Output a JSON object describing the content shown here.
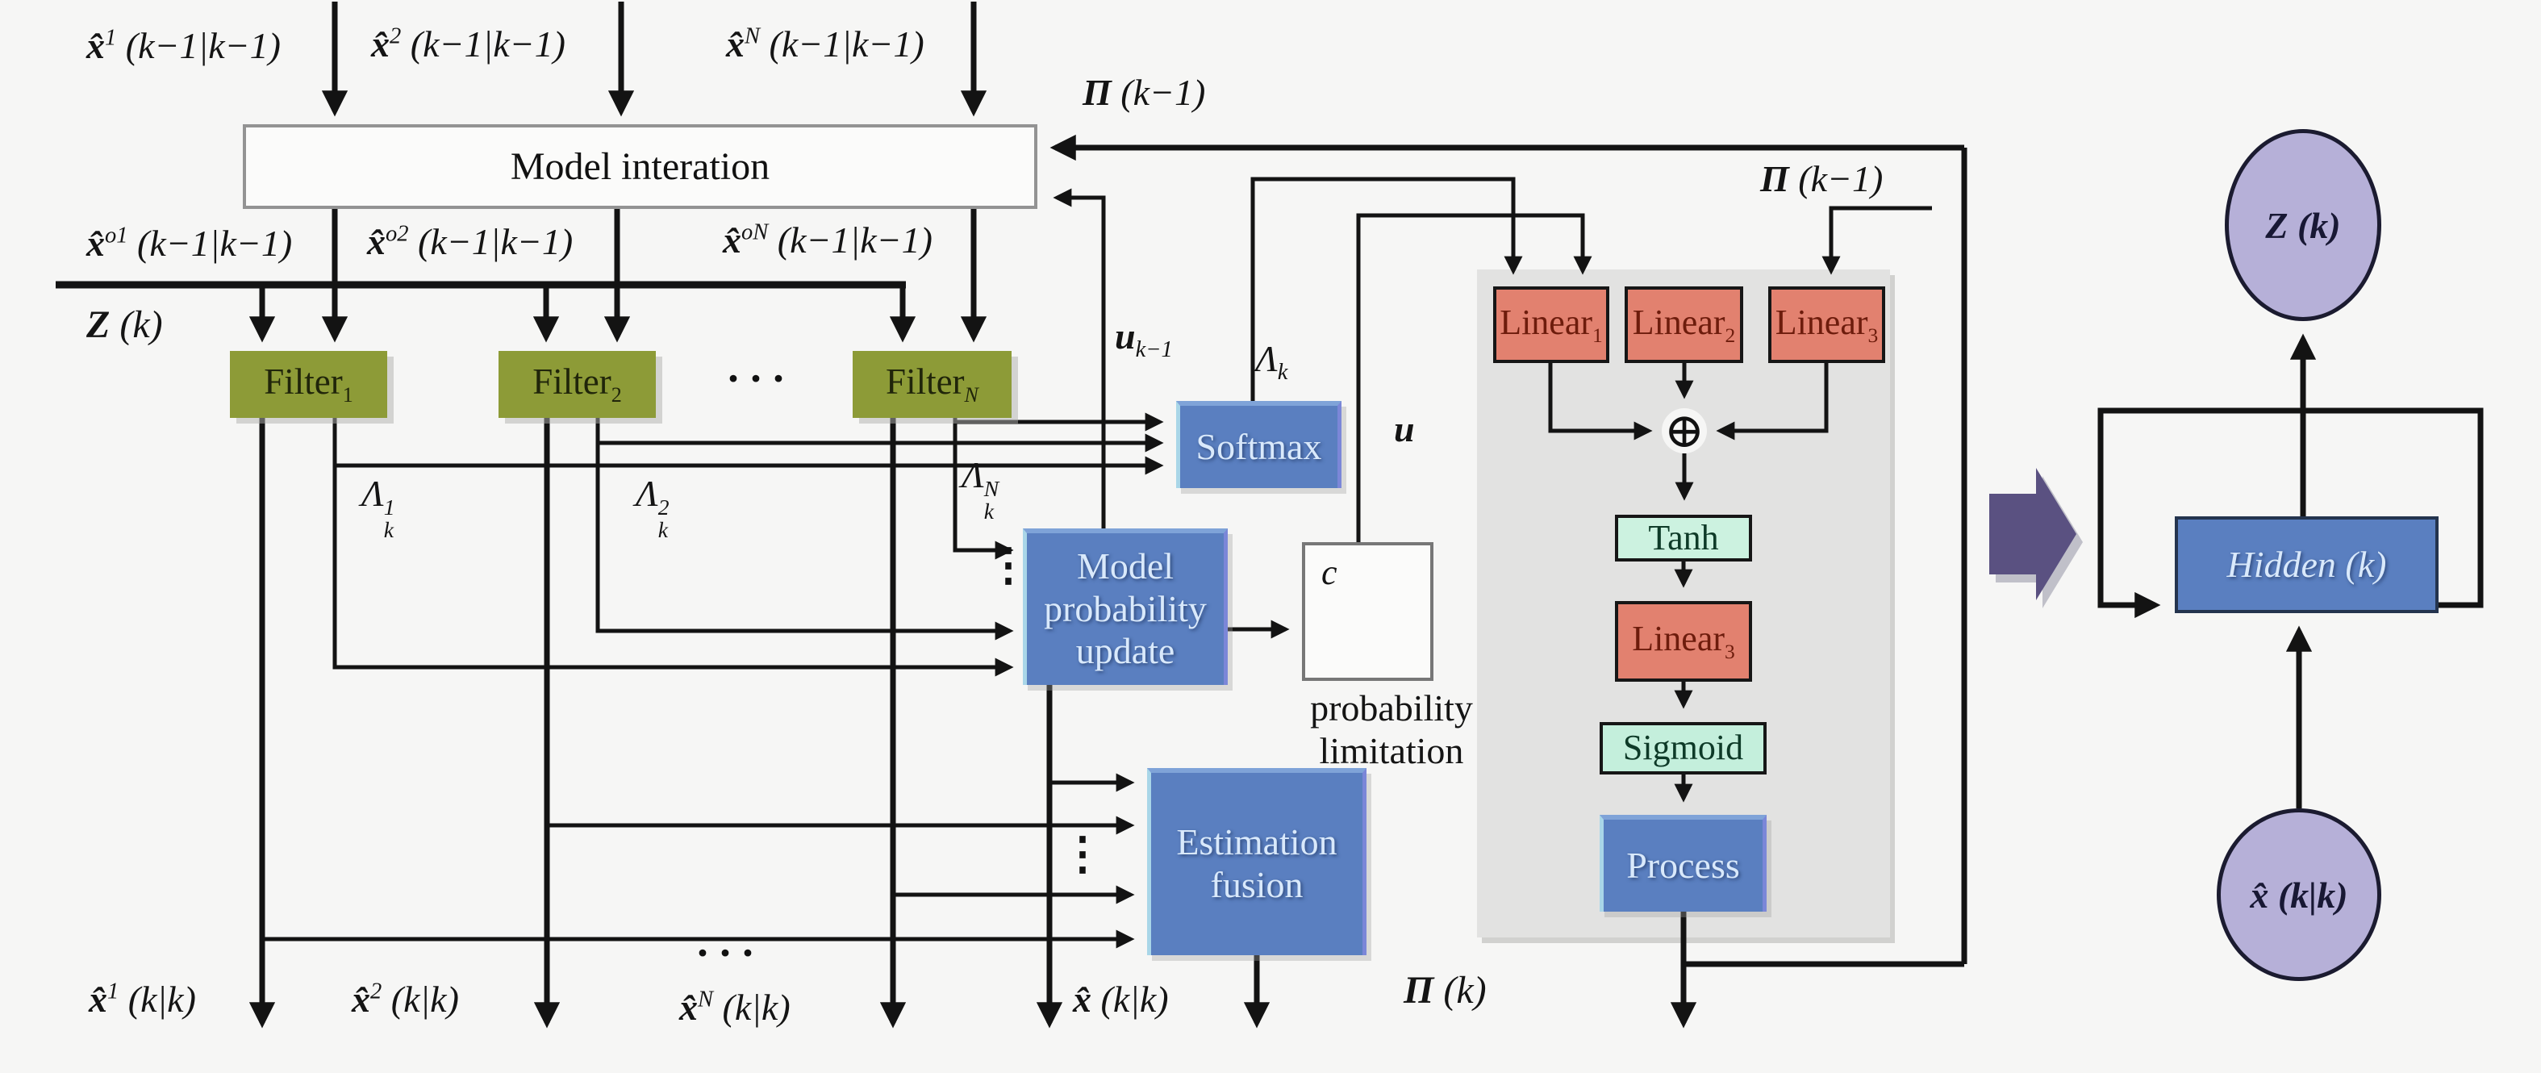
{
  "labels": {
    "top": [
      {
        "base": "x̂",
        "sup": "1",
        "rest": " (k−1|k−1)"
      },
      {
        "base": "x̂",
        "sup": "2",
        "rest": " (k−1|k−1)"
      },
      {
        "base": "x̂",
        "sup": "N",
        "rest": " (k−1|k−1)"
      }
    ],
    "mid": [
      {
        "base": "x̂",
        "sup": "o1",
        "rest": " (k−1|k−1)"
      },
      {
        "base": "x̂",
        "sup": "o2",
        "rest": " (k−1|k−1)"
      },
      {
        "base": "x̂",
        "sup": "oN",
        "rest": " (k−1|k−1)"
      }
    ],
    "bottom": [
      {
        "base": "x̂",
        "sup": "1",
        "rest": " (k|k)"
      },
      {
        "base": "x̂",
        "sup": "2",
        "rest": " (k|k)"
      },
      {
        "base": "x̂",
        "sup": "N",
        "rest": " (k|k)"
      },
      {
        "base": "x̂",
        "sup": "",
        "rest": " (k|k)"
      }
    ],
    "z_input": {
      "base": "Z",
      "rest": " (k)"
    },
    "pi_prev_top": {
      "base": "Π",
      "rest": " (k−1)"
    },
    "pi_prev_right": {
      "base": "Π",
      "rest": " (k−1)"
    },
    "pi_out": {
      "base": "Π",
      "rest": " (k)"
    },
    "u": {
      "base": "u"
    },
    "u_prev": {
      "base": "u",
      "sub": "k−1"
    },
    "lambda_k": {
      "base": "Λ",
      "sub": "k"
    },
    "lambdas": [
      {
        "base": "Λ",
        "sup": "1",
        "sub": "k"
      },
      {
        "base": "Λ",
        "sup": "2",
        "sub": "k"
      },
      {
        "base": "Λ",
        "sup": "N",
        "sub": "k"
      }
    ],
    "c": "c",
    "prob_limitation": "probability limitation",
    "dots_filters": "···",
    "dots_bottom": "···",
    "dots_mpu": "⋮",
    "dots_ef": "⋮",
    "oplus": "⊕"
  },
  "boxes": {
    "model_interation": "Model interation",
    "filters": [
      {
        "base": "Filter",
        "sub": "1"
      },
      {
        "base": "Filter",
        "sub": "2"
      },
      {
        "base": "Filter",
        "sub": "N"
      }
    ],
    "softmax": "Softmax",
    "mpu": "Model probability update",
    "estimation_fusion": "Estimation fusion",
    "linears": [
      {
        "base": "Linear",
        "sub": "1"
      },
      {
        "base": "Linear",
        "sub": "2"
      },
      {
        "base": "Linear",
        "sub": "3"
      }
    ],
    "tanh": "Tanh",
    "linear3b": {
      "base": "Linear",
      "sub": "3"
    },
    "sigmoid": "Sigmoid",
    "process": "Process",
    "hidden": "Hidden (k)",
    "z_node": "Z (k)",
    "x_node": "x̂ (k|k)"
  },
  "colors": {
    "background": "#f6f6f5",
    "blue_box": "#5a7fc0",
    "olive_box": "#8d9b37",
    "salmon_box": "#e2816f",
    "mint_box": "#ccf2e0",
    "gray_panel": "#e2e2e1",
    "node_lavender": "#b6b0d8",
    "block_arrow_purple": "#5a5181",
    "line": "#131313"
  }
}
